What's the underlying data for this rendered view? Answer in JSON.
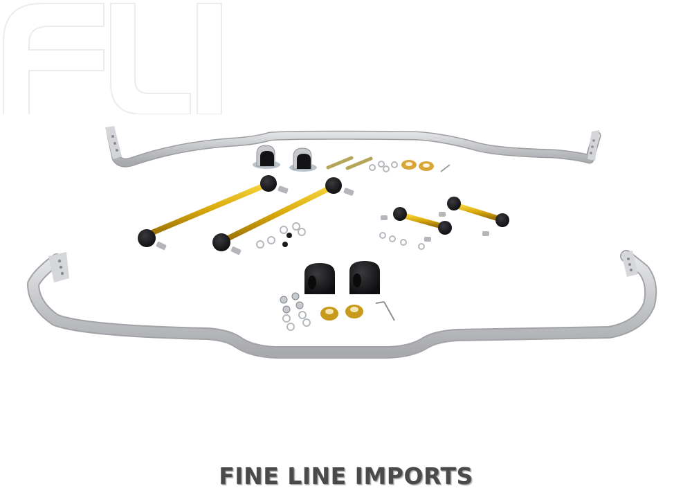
{
  "image": {
    "subject": "Front and rear sway bar kit with adjustable end links, bushings, clamps and hardware",
    "background_color": "#ffffff"
  },
  "watermark": {
    "monogram": "FLI",
    "brand_text": "FINE LINE IMPORTS",
    "text_color": "#4a4a4a"
  },
  "parts": {
    "front_sway_bar": {
      "color": "#c9cacc"
    },
    "rear_sway_bar": {
      "color": "#c9cacc"
    },
    "long_end_links": {
      "count": 2,
      "rod_color": "#d8a90a",
      "joint_color": "#1c1c1e"
    },
    "short_end_links": {
      "count": 2,
      "rod_color": "#d8a90a",
      "joint_color": "#1c1c1e"
    },
    "bushings_with_brackets": {
      "count": 2
    },
    "poly_bushings": {
      "count": 2,
      "color": "#141416"
    },
    "lateral_lock_collars": {
      "count": 4,
      "color": "#c89a1c"
    },
    "bolts": {
      "count": 2
    },
    "allen_keys": {
      "count": 2
    }
  }
}
